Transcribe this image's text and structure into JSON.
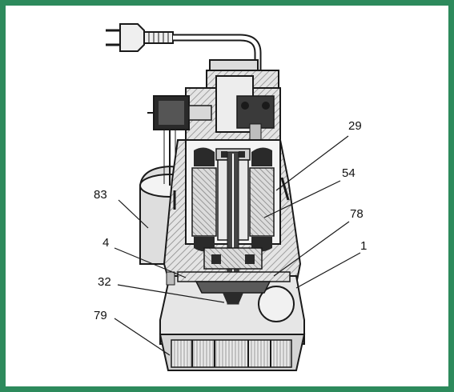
{
  "colors": {
    "frame": "#2d8a5c",
    "hatch_light": "#c9c9c9",
    "hatch_dark": "#8c8c8c",
    "metal_fill": "#d8d8d8",
    "outline": "#1a1a1a",
    "dark_part": "#2a2a2a"
  },
  "callouts": [
    {
      "id": "29",
      "label": "29"
    },
    {
      "id": "54",
      "label": "54"
    },
    {
      "id": "78",
      "label": "78"
    },
    {
      "id": "1",
      "label": "1"
    },
    {
      "id": "83",
      "label": "83"
    },
    {
      "id": "4",
      "label": "4"
    },
    {
      "id": "32",
      "label": "32"
    },
    {
      "id": "79",
      "label": "79"
    }
  ],
  "icons": {
    "plug": "power-plug-icon"
  }
}
